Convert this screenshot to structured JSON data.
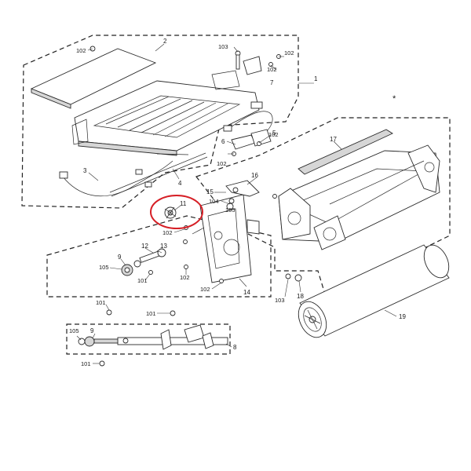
{
  "diagram": {
    "callouts": {
      "c1": "1",
      "c2": "2",
      "c3": "3",
      "c4": "4",
      "c5": "5",
      "c6": "6",
      "c7": "7",
      "c8": "8",
      "c9a": "9",
      "c9b": "9",
      "c11": "11",
      "c12": "12",
      "c13": "13",
      "c14": "14",
      "c15": "15",
      "c16": "16",
      "c17": "17",
      "c18": "18",
      "c19": "19",
      "c101a": "101",
      "c101b": "101",
      "c101c": "101",
      "c101d": "101",
      "c102a": "102",
      "c102b": "102",
      "c102c": "102",
      "c102d": "102",
      "c102e": "102",
      "c102f": "102",
      "c102g": "102",
      "c102h": "102",
      "c103a": "103",
      "c103b": "103",
      "c104": "104",
      "c105a": "105",
      "c105b": "105",
      "c105c": "105",
      "asterisk": "*"
    },
    "highlight_color": "#d61f26"
  }
}
